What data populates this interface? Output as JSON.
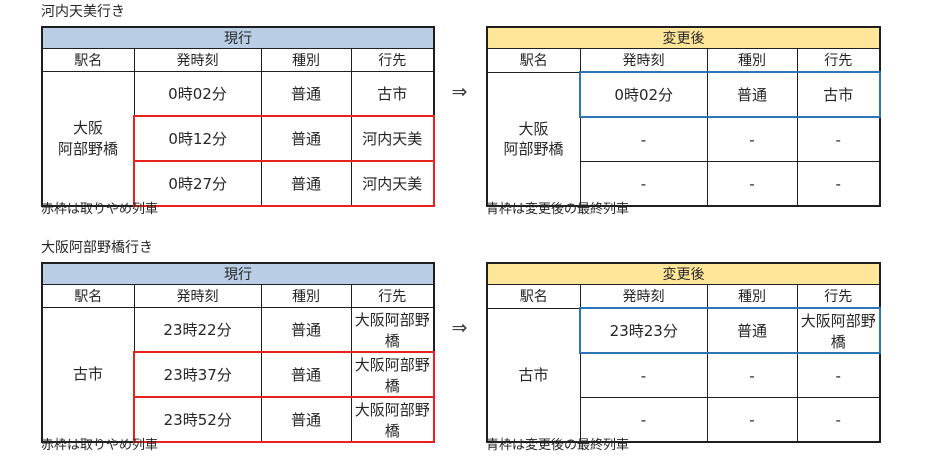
{
  "colors": {
    "current_header": "#b9cde5",
    "changed_header": "#ffe699",
    "cancelled_box": "#e8231d",
    "last_train_box": "#2e75b6",
    "grid": "#1f1f1f",
    "text": "#262626"
  },
  "sections": [
    {
      "title": "河内天美行き",
      "arrow": "⇒",
      "current": {
        "header": "現行",
        "columns": [
          "駅名",
          "発時刻",
          "種別",
          "行先"
        ],
        "station_lines": [
          "大阪",
          "阿部野橋"
        ],
        "rows": [
          {
            "time": "0時02分",
            "type": "普通",
            "dest": "古市",
            "highlight": "none"
          },
          {
            "time": "0時12分",
            "type": "普通",
            "dest": "河内天美",
            "highlight": "red"
          },
          {
            "time": "0時27分",
            "type": "普通",
            "dest": "河内天美",
            "highlight": "red"
          }
        ],
        "note": "赤枠は取りやめ列車"
      },
      "changed": {
        "header": "変更後",
        "columns": [
          "駅名",
          "発時刻",
          "種別",
          "行先"
        ],
        "station_lines": [
          "大阪",
          "阿部野橋"
        ],
        "rows": [
          {
            "time": "0時02分",
            "type": "普通",
            "dest": "古市",
            "highlight": "blue"
          },
          {
            "time": "-",
            "type": "-",
            "dest": "-",
            "highlight": "none"
          },
          {
            "time": "-",
            "type": "-",
            "dest": "-",
            "highlight": "none"
          }
        ],
        "note": "青枠は変更後の最終列車"
      }
    },
    {
      "title": "大阪阿部野橋行き",
      "arrow": "⇒",
      "current": {
        "header": "現行",
        "columns": [
          "駅名",
          "発時刻",
          "種別",
          "行先"
        ],
        "station_lines": [
          "古市"
        ],
        "rows": [
          {
            "time": "23時22分",
            "type": "普通",
            "dest": "大阪阿部野橋",
            "highlight": "none"
          },
          {
            "time": "23時37分",
            "type": "普通",
            "dest": "大阪阿部野橋",
            "highlight": "red"
          },
          {
            "time": "23時52分",
            "type": "普通",
            "dest": "大阪阿部野橋",
            "highlight": "red"
          }
        ],
        "note": "赤枠は取りやめ列車"
      },
      "changed": {
        "header": "変更後",
        "columns": [
          "駅名",
          "発時刻",
          "種別",
          "行先"
        ],
        "station_lines": [
          "古市"
        ],
        "rows": [
          {
            "time": "23時23分",
            "type": "普通",
            "dest": "大阪阿部野橋",
            "highlight": "blue"
          },
          {
            "time": "-",
            "type": "-",
            "dest": "-",
            "highlight": "none"
          },
          {
            "time": "-",
            "type": "-",
            "dest": "-",
            "highlight": "none"
          }
        ],
        "note": "青枠は変更後の最終列車"
      }
    }
  ]
}
